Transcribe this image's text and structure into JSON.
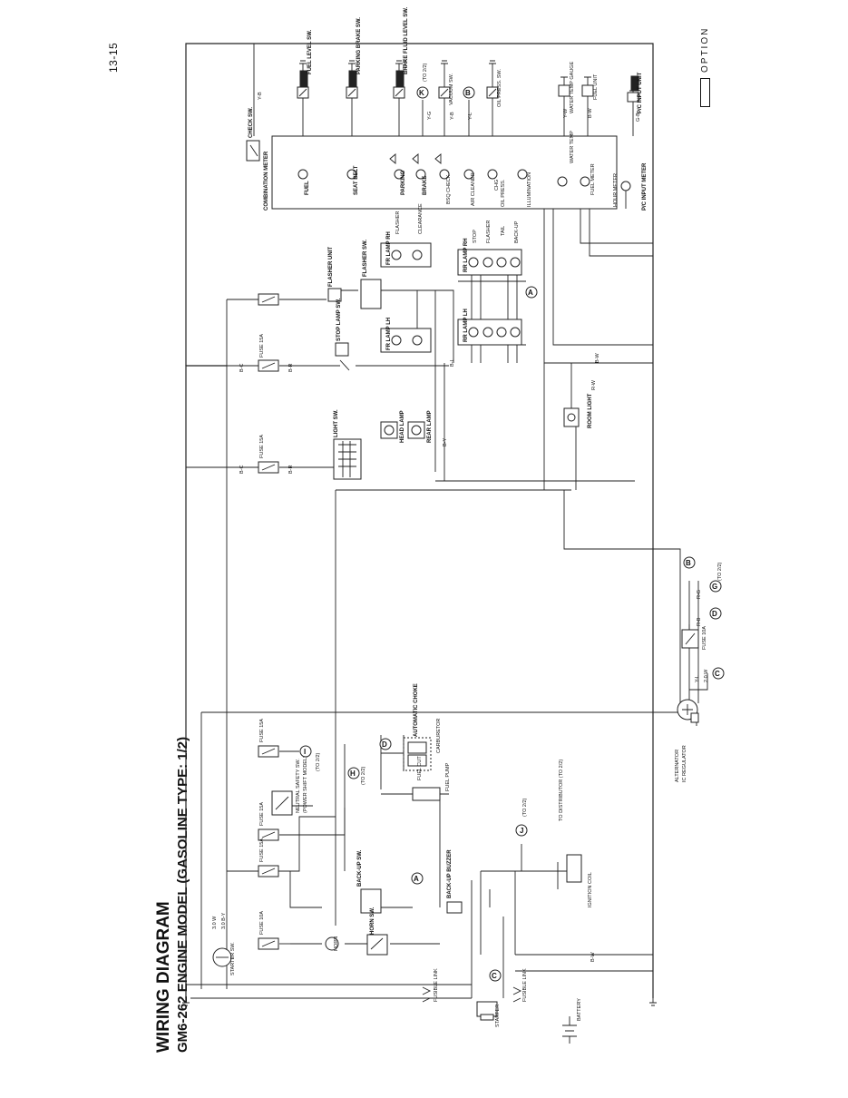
{
  "header": {
    "title": "WIRING DIAGRAM",
    "subtitle": "GM6-262 ENGINE MODEL (GASOLINE TYPE: 1/2)",
    "page_number": "13-15"
  },
  "legend": {
    "option_label": "OPTION"
  },
  "components": {
    "combination_meter": "COMBINATION METER",
    "check_sw": "CHECK SW.",
    "fuel_level_sw": "FUEL LEVEL SW.",
    "parking_brake_sw": "PARKING BRAKE SW.",
    "brake_fluid_level_sw": "BRAKE FLUID LEVEL SW.",
    "vacuum_sw": "VACUUM SW.",
    "oil_press_sw": "OIL PRESS. SW.",
    "water_temp_gauge": "WATER TEMP GAUGE",
    "fuel_unit": "FUEL UNIT",
    "pulse_input_unit": "P/C INPUT UNIT",
    "fuel": "FUEL",
    "seat_belt": "SEAT BELT",
    "parking": "PARKING",
    "brake": "BRAKE",
    "bsq_check": "BSQ CHECK",
    "air_cleaner": "AIR CLEANER",
    "chg": "CHG",
    "oil_press": "OIL PRESS.",
    "illumination": "ILLUMINATION",
    "water_temp": "WATER TEMP",
    "fuel_meter": "FUEL METER",
    "hour_meter": "HOUR METER",
    "pulse_input_meter": "P/C INPUT METER",
    "flasher": "FLASHER",
    "clearance": "CLEARANCE",
    "fr_lamp_rh": "FR LAMP RH",
    "fr_lamp_lh": "FR LAMP LH",
    "flasher_unit": "FLASHER UNIT",
    "flasher_sw": "FLASHER SW.",
    "rr_lamp_rh": "RR LAMP RH",
    "rr_lamp_lh": "RR LAMP LH",
    "stop": "STOP",
    "tail": "TAIL",
    "back_up": "BACK-UP",
    "stop_lamp_sw": "STOP LAMP SW.",
    "light_sw": "LIGHT SW.",
    "head_lamp": "HEAD LAMP",
    "rear_lamp": "REAR LAMP",
    "fuse_15a": "FUSE 15A",
    "fuse_10a": "FUSE 10A",
    "room_light": "ROOM LIGHT",
    "alternator": "ALTERNATOR",
    "ic_regulator": "IC REGULATOR",
    "neutral_safety_sw": "NEUTRAL SAFETY SW.",
    "powershift_model": "(POWER SHIFT MODEL)",
    "starter_sw": "STARTER SW.",
    "horn": "HORN",
    "horn_sw": "HORN SW.",
    "back_up_buzzer": "BACK-UP BUZZER",
    "back_up_sw": "BACK-UP SW.",
    "ignition_coil": "IGNITION COIL",
    "to_distributor": "TO DISTRIBUTOR (TO 2/2)",
    "fuel_pump": "FUEL PUMP",
    "carburetor": "CARBURETOR",
    "fuel_cut": "FUEL CUT",
    "automatic_choke": "AUTOMATIC CHOKE",
    "fusible_link": "FUSIBLE LINK",
    "starter": "STARTER",
    "battery": "BATTERY"
  },
  "connectors": [
    {
      "letter": "K",
      "note": "(TO 2/2)"
    },
    {
      "letter": "B",
      "note": ""
    },
    {
      "letter": "A",
      "note": ""
    },
    {
      "letter": "B",
      "note": "(TO 2/2)"
    },
    {
      "letter": "G",
      "note": "(TO 2/2)"
    },
    {
      "letter": "D",
      "note": ""
    },
    {
      "letter": "C",
      "note": ""
    },
    {
      "letter": "I",
      "note": "(TO 2/2)"
    },
    {
      "letter": "D",
      "note": ""
    },
    {
      "letter": "H",
      "note": "(TO 2/2)"
    },
    {
      "letter": "J",
      "note": "(TO 2/2)"
    },
    {
      "letter": "A",
      "note": ""
    },
    {
      "letter": "C",
      "note": ""
    }
  ],
  "wire_codes": {
    "w1": "Y-B",
    "w2": "B-R",
    "w3": "B-O",
    "w4": "Y-G",
    "w5": "Y-B",
    "w6": "B-R",
    "w7": "Y-L",
    "w8": "Y-W",
    "w9": "B-W",
    "w10": "B-C",
    "w11": "B-Y",
    "w12": "B-L",
    "w13": "R-G",
    "w14": "R-B",
    "w15": "R-W",
    "w16": "G-B",
    "w17": "B-W",
    "w18": "Y-L",
    "w19": "2.0 W",
    "w20": "3.0 W",
    "w21": "3.0 B-Y",
    "w22": "B-W",
    "w23": "B-C"
  },
  "colors": {
    "line": "#222222",
    "background": "#ffffff"
  }
}
